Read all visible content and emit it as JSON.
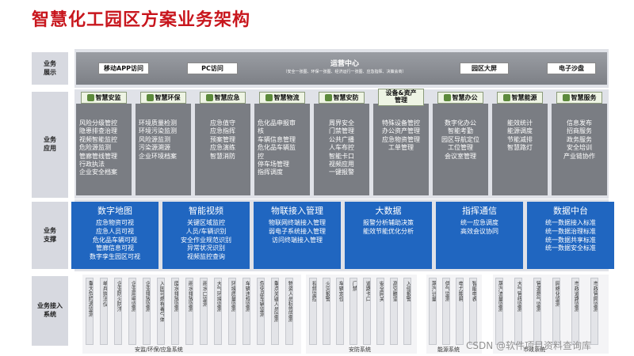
{
  "title": "智慧化工园区方案业务架构",
  "row_labels": {
    "display": "业务\n展示",
    "app": "业务\n应用",
    "support": "业务\n支撑",
    "access": "业务接入\n系统"
  },
  "display": {
    "mobile": "移动APP访问",
    "pc": "PC访问",
    "ops_title": "运营中心",
    "ops_sub": "（安全一张图、环保一张图、经济运行一张图、应急指挥、决策会商）",
    "park_screen": "园区大屏",
    "sandbox": "电子沙盘"
  },
  "apps": [
    {
      "name": "智慧安监",
      "items": "风险分级管控\n隐患排查治理\n视频智能监控\n危险源监测\n管廊管线管理\n行政执法\n企业安全档案"
    },
    {
      "name": "智慧环保",
      "items": "环境质量检测\n环境污染监测\n风险源监测\n污染源溯源\n企业环境档案"
    },
    {
      "name": "智慧应急",
      "items": "应急值守\n应急指挥\n预案管理\n应急演练\n智慧消防"
    },
    {
      "name": "智慧物流",
      "items": "危化品申报审\n核\n车辆信息管理\n危化品车辆监\n控\n停车场管理\n指挥调度"
    },
    {
      "name": "智慧安防",
      "items": "周界安全\n门禁管理\n公共广播\n人车布控\n智能卡口\n视频应用\n一键报警"
    },
    {
      "name": "设备&资产\n管理",
      "items": "特殊设备管控\n办公资产管理\n应急物资管理\n工单管理"
    },
    {
      "name": "智慧办公",
      "items": "数字化办公\n智能考勤\n园区导航定位\n工位管理\n会议室管理"
    },
    {
      "name": "智慧能源",
      "items": "能效统计\n能源调度\n节能减排\n智慧路灯"
    },
    {
      "name": "智慧服务",
      "items": "信息发布\n招商服务\n政务服务\n安全培训\n产业链协作"
    }
  ],
  "support": [
    {
      "name": "数字地图",
      "items": "应急物资可视\n应急人员可视\n危化品车辆可视\n管廊信息可视\n数字孪生园区可视"
    },
    {
      "name": "智能视频",
      "items": "关键区域监控\n人员/车辆识别\n安全作业规范识别\n异常状况识别\n视频监控查询"
    },
    {
      "name": "物联接入管理",
      "items": "物联网终端接入管理\n弱电子系统接入管理\n访问终端接入管理"
    },
    {
      "name": "大数据",
      "items": "报警分析辅助决策\n能效节能优化分析"
    },
    {
      "name": "指挥通信",
      "items": "统一应急调度\n高效会议协同"
    },
    {
      "name": "数据中台",
      "items": "统一数据接入标准\n统一数据治理标准\n统一数据共享标准\n统一数据安全标准"
    }
  ],
  "access": {
    "group1": [
      "重大危险源监测",
      "单兵执法仪",
      "企业防火防汛",
      "企业用电监测",
      "企业排放监测",
      "入园可燃有毒气体",
      "废水排放监测",
      "雨水排放监测",
      "雨水口监测",
      "大气环境监测",
      "环境质量监测",
      "车辆违规监测",
      "危化品车辆监测",
      "重点关键人员监测",
      "物资人员标签监测"
    ],
    "group1_label": "安监/环保/应急系统",
    "group2": [
      "视频监控",
      "火灾报警",
      "车辆定位",
      "门禁",
      "道路卡口",
      "安全网关",
      "高空瞭望",
      "入侵报警"
    ],
    "group2_label": "安防系统",
    "group3": [
      "蒸汽计量",
      "供气监测",
      "电力能耗",
      "智能电表"
    ],
    "group3_label": "能源系统",
    "group4": [
      "蒸汽流量监测",
      "大气管线监测",
      "管道燃气监测",
      "网络化监测",
      "市政道路监测",
      "市政管网监测"
    ],
    "group4_label": "市政系统"
  },
  "watermark": "CSDN @软件项目资料查询库"
}
